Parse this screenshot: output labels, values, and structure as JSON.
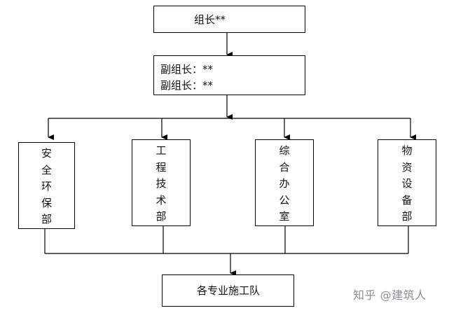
{
  "diagram": {
    "leader": "组长**",
    "deputies": [
      "副组长：**",
      "副组长：**"
    ],
    "departments": [
      "安全环保部",
      "工程技术部",
      "综合办公室",
      "物资设备部"
    ],
    "bottom": "各专业施工队"
  },
  "watermark": {
    "text": "知乎 @建筑人"
  },
  "colors": {
    "line": "#000000",
    "box_border": "#000000",
    "watermark": "#8a8f99"
  }
}
